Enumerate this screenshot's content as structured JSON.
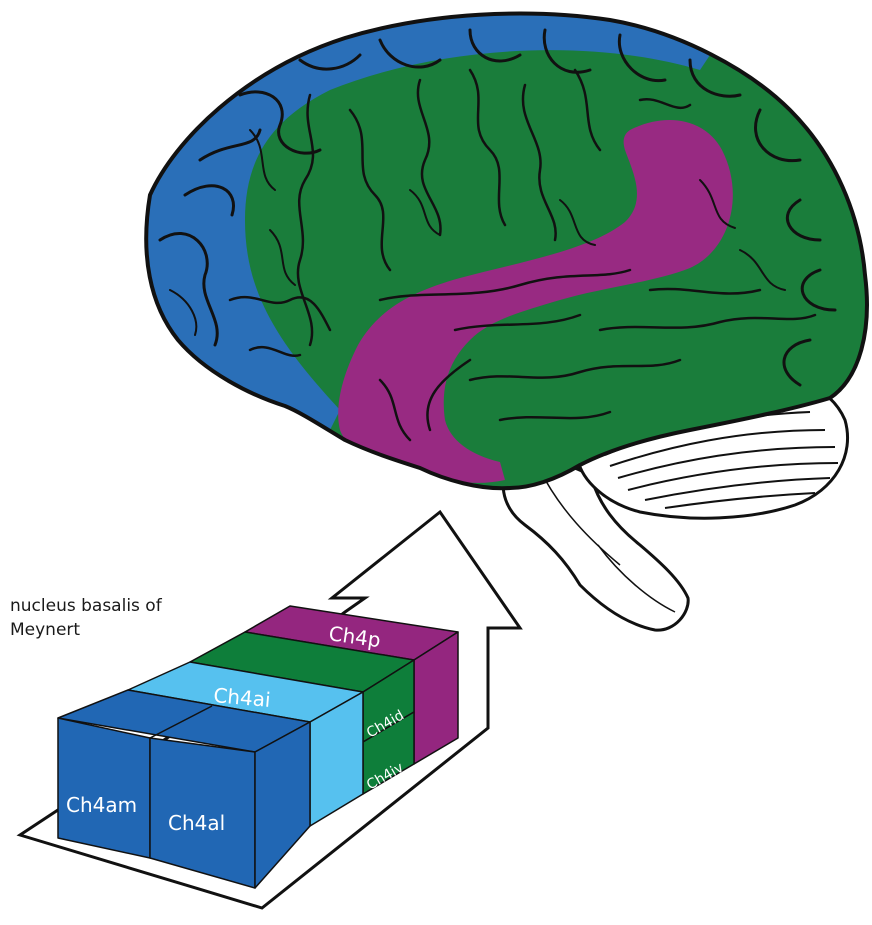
{
  "caption": {
    "line1": "nucleus basalis of",
    "line2": "Meynert"
  },
  "labels": {
    "ch4am": "Ch4am",
    "ch4al": "Ch4al",
    "ch4ai": "Ch4ai",
    "ch4id": "Ch4id",
    "ch4iv": "Ch4iv",
    "ch4p": "Ch4p"
  },
  "colors": {
    "ch4am_ch4al_blue": "#2167b4",
    "ch4ai_light_blue": "#56c1ef",
    "ch4i_green": "#0e7e3a",
    "ch4p_purple": "#94267f",
    "frontal_region_blue": "#2a6fb8",
    "middle_region_green": "#1a7d3b",
    "temporal_band_purple": "#982a82",
    "outline": "#111111"
  }
}
